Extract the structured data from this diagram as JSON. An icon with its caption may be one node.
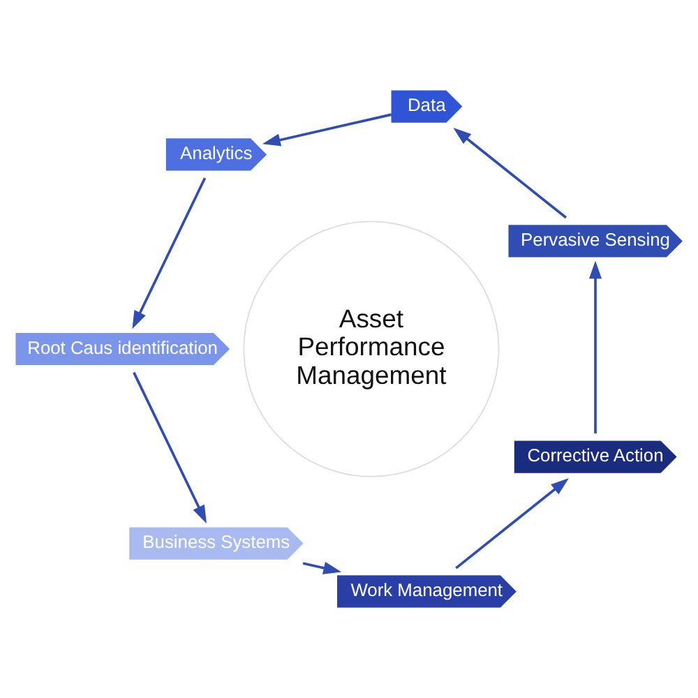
{
  "diagram": {
    "nodes": [
      {
        "text": [
          "Asset Performance Management"
        ]
      },
      {
        "text": [
          "Pervasive Sensing"
        ]
      },
      {
        "text": [
          "Data"
        ]
      },
      {
        "text": [
          "Analytics"
        ]
      },
      {
        "text": [
          "Root Caus identification"
        ]
      },
      {
        "text": [
          "Business Systems"
        ]
      },
      {
        "text": [
          "Work Management"
        ]
      },
      {
        "text": [
          "Corrective Action"
        ]
      }
    ],
    "edges": [
      {
        "from": 1,
        "to": 2,
        "arrow": "to"
      },
      {
        "from": 2,
        "to": 3,
        "arrow": "to"
      },
      {
        "from": 3,
        "to": 4,
        "arrow": "to"
      },
      {
        "from": 4,
        "to": 5,
        "arrow": "to"
      },
      {
        "from": 5,
        "to": 6,
        "arrow": "to"
      },
      {
        "from": 6,
        "to": 7,
        "arrow": "to"
      },
      {
        "from": 7,
        "to": 1,
        "arrow": "to"
      }
    ]
  }
}
